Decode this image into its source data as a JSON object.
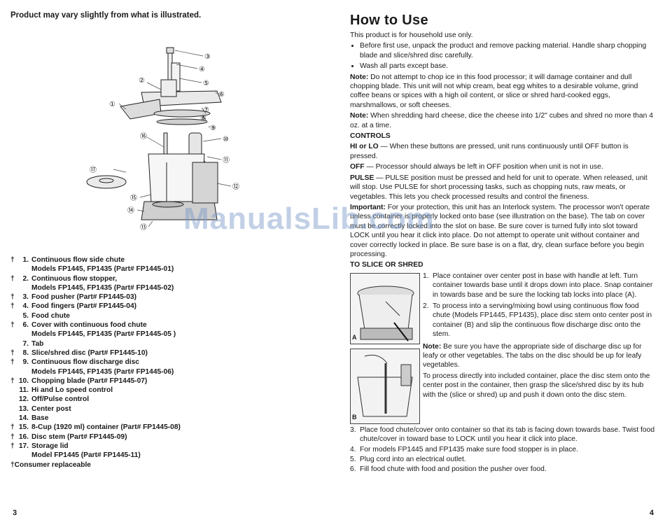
{
  "left": {
    "top_note": "Product may vary slightly from what is illustrated.",
    "callouts": [
      "①",
      "②",
      "③",
      "④",
      "⑤",
      "⑥",
      "⑦",
      "⑧",
      "⑨",
      "⑩",
      "⑪",
      "⑫",
      "⑬",
      "⑭",
      "⑮",
      "⑯",
      "⑰"
    ],
    "parts": [
      {
        "dag": "†",
        "num": "1.",
        "name": "Continuous flow side chute",
        "sub": "Models FP1445, FP1435 (Part# FP1445-01)"
      },
      {
        "dag": "†",
        "num": "2.",
        "name": "Continuous flow stopper,",
        "sub": "Models FP1445, FP1435 (Part# FP1445-02)"
      },
      {
        "dag": "†",
        "num": "3.",
        "name": "Food pusher (Part# FP1445-03)",
        "sub": ""
      },
      {
        "dag": "†",
        "num": "4.",
        "name": "Food fingers (Part# FP1445-04)",
        "sub": ""
      },
      {
        "dag": "",
        "num": "5.",
        "name": "Food chute",
        "sub": ""
      },
      {
        "dag": "†",
        "num": "6.",
        "name": "Cover with continuous food chute",
        "sub": "Models FP1445, FP1435 (Part# FP1445-05 )"
      },
      {
        "dag": "",
        "num": "7.",
        "name": "Tab",
        "sub": ""
      },
      {
        "dag": "†",
        "num": "8.",
        "name": "Slice/shred disc (Part# FP1445-10)",
        "sub": ""
      },
      {
        "dag": "†",
        "num": "9.",
        "name": "Continuous flow discharge disc",
        "sub": "Models FP1445, FP1435 (Part# FP1445-06)"
      },
      {
        "dag": "†",
        "num": "10.",
        "name": "Chopping blade (Part# FP1445-07)",
        "sub": ""
      },
      {
        "dag": "",
        "num": "11.",
        "name": "Hi and Lo speed control",
        "sub": ""
      },
      {
        "dag": "",
        "num": "12.",
        "name": "Off/Pulse control",
        "sub": ""
      },
      {
        "dag": "",
        "num": "13.",
        "name": "Center post",
        "sub": ""
      },
      {
        "dag": "",
        "num": "14.",
        "name": "Base",
        "sub": ""
      },
      {
        "dag": "†",
        "num": "15.",
        "name": "8-Cup (1920 ml) container (Part# FP1445-08)",
        "sub": ""
      },
      {
        "dag": "†",
        "num": "16.",
        "name": "Disc stem (Part# FP1445-09)",
        "sub": ""
      },
      {
        "dag": "†",
        "num": "17.",
        "name": "Storage lid",
        "sub": "Model FP1445 (Part# FP1445-11)"
      }
    ],
    "footnote": "†Consumer replaceable",
    "page_number": "3"
  },
  "right": {
    "title": "How to Use",
    "intro": "This product is for household use only.",
    "bullets": [
      "Before first use, unpack the product and remove packing material. Handle sharp chopping blade and slice/shred disc carefully.",
      "Wash all parts except base."
    ],
    "note1_label": "Note:",
    "note1_text": " Do not attempt to chop ice in this food processor; it will damage container and dull chopping blade. This unit will not whip cream, beat egg whites to a desirable volume, grind coffee beans or spices with a high oil content, or slice or shred hard-cooked eggs, marshmallows, or soft cheeses.",
    "note2_label": "Note:",
    "note2_text": " When shredding hard cheese, dice the cheese into 1/2\" cubes and shred no more than 4 oz. at a time.",
    "controls_heading": "CONTROLS",
    "hilo_label": "HI or LO",
    "hilo_text": " — When these buttons are pressed, unit runs continuously until OFF button is pressed.",
    "off_label": "OFF",
    "off_text": " — Processor should always be left in OFF position when unit is not in use.",
    "pulse_label": "PULSE",
    "pulse_text": " — PULSE position must be pressed and held for unit to operate. When released, unit will stop. Use PULSE for short processing tasks, such as chopping nuts, raw meats, or vegetables. This lets you check processed results and control the fineness.",
    "important_label": "Important:",
    "important_text": " For your protection, this unit has an Interlock system. The processor won't operate unless container is properly locked onto base (see illustration on the base). The tab on cover must be correctly locked into the slot on base. Be sure cover is turned fully into slot toward LOCK until you hear it click into place. Do not attempt to operate unit without container and cover correctly locked in place. Be sure base is on a flat, dry, clean surface before you begin processing.",
    "slice_heading": "TO SLICE OR SHRED",
    "photo_a_label": "A",
    "photo_b_label": "B",
    "step1_num": "1.",
    "step1_text": "Place container over center post in base with handle at left. Turn container towards base until it drops down into place. Snap container in towards base and be sure the locking tab locks into place (A).",
    "step2_num": "2.",
    "step2_text": "To process into a serving/mixing bowl using continuous flow food chute (Models FP1445, FP1435), place disc stem onto center post in container (B) and slip the continuous flow discharge disc onto the stem.",
    "note3_label": "Note:",
    "note3_text": " Be sure you have the appropriate side of discharge disc up for leafy or other vegetables. The tabs on the disc should be up for leafy vegetables.",
    "direct_text": "To process directly into included container, place the disc stem onto the center post in the container, then grasp the slice/shred disc by its hub with the (slice or shred) up and push it down onto the disc stem.",
    "steps_rest": [
      {
        "num": "3.",
        "text": "Place food chute/cover onto container so that its tab is facing down towards base. Twist food chute/cover in toward base to LOCK until you hear it click into place."
      },
      {
        "num": "4.",
        "text": "For models FP1445 and FP1435 make sure food stopper is in place."
      },
      {
        "num": "5.",
        "text": "Plug cord into an electrical outlet."
      },
      {
        "num": "6.",
        "text": "Fill food chute with food and position the pusher over food."
      }
    ],
    "page_number": "4"
  },
  "watermark": "ManualsLib.com"
}
